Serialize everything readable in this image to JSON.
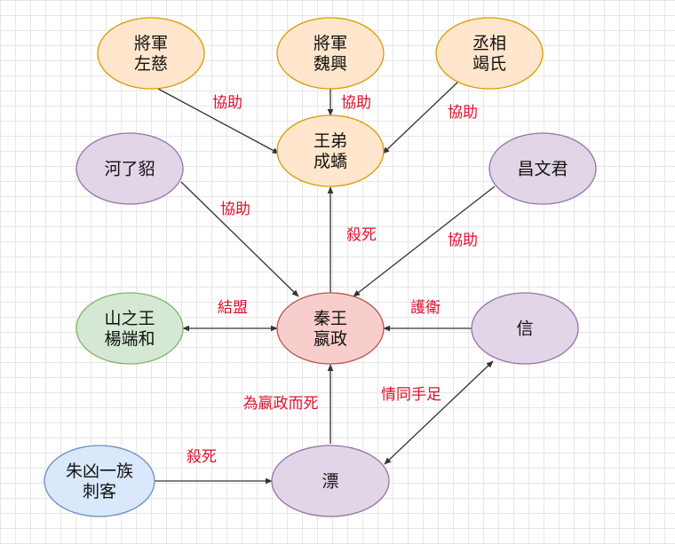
{
  "colors": {
    "orange_fill": "#ffe6cc",
    "orange_stroke": "#d79b00",
    "purple_fill": "#e1d5e7",
    "purple_stroke": "#9673a6",
    "red_fill": "#f8cecc",
    "red_stroke": "#b85450",
    "green_fill": "#d5e8d4",
    "green_stroke": "#82b366",
    "blue_fill": "#dae8fc",
    "blue_stroke": "#6c8ebf",
    "label_color": "#e0102e",
    "edge_color": "#333333"
  },
  "nodes": [
    {
      "id": "zuoci",
      "lines": [
        "將軍",
        "左慈"
      ],
      "color": "orange"
    },
    {
      "id": "weixing",
      "lines": [
        "將軍",
        "魏興"
      ],
      "color": "orange"
    },
    {
      "id": "jieshi",
      "lines": [
        "丞相",
        "竭氏"
      ],
      "color": "orange"
    },
    {
      "id": "chengjiao",
      "lines": [
        "王弟",
        "成蟜"
      ],
      "color": "orange"
    },
    {
      "id": "heliaodiao",
      "lines": [
        "河了貂"
      ],
      "color": "purple"
    },
    {
      "id": "changwenjun",
      "lines": [
        "昌文君"
      ],
      "color": "purple"
    },
    {
      "id": "yingzheng",
      "lines": [
        "秦王",
        "嬴政"
      ],
      "color": "red"
    },
    {
      "id": "yangduanhe",
      "lines": [
        "山之王",
        "楊端和"
      ],
      "color": "green"
    },
    {
      "id": "xin",
      "lines": [
        "信"
      ],
      "color": "purple"
    },
    {
      "id": "piao",
      "lines": [
        "漂"
      ],
      "color": "purple"
    },
    {
      "id": "assassin",
      "lines": [
        "朱凶一族",
        "刺客"
      ],
      "color": "blue"
    }
  ],
  "edges": [
    {
      "from": "zuoci",
      "to": "chengjiao",
      "label": "協助",
      "bidirectional": false
    },
    {
      "from": "weixing",
      "to": "chengjiao",
      "label": "協助",
      "bidirectional": false
    },
    {
      "from": "jieshi",
      "to": "chengjiao",
      "label": "協助",
      "bidirectional": false
    },
    {
      "from": "yingzheng",
      "to": "chengjiao",
      "label": "殺死",
      "bidirectional": false
    },
    {
      "from": "heliaodiao",
      "to": "yingzheng",
      "label": "協助",
      "bidirectional": false
    },
    {
      "from": "changwenjun",
      "to": "yingzheng",
      "label": "協助",
      "bidirectional": false
    },
    {
      "from": "yangduanhe",
      "to": "yingzheng",
      "label": "結盟",
      "bidirectional": true
    },
    {
      "from": "xin",
      "to": "yingzheng",
      "label": "護衛",
      "bidirectional": false
    },
    {
      "from": "piao",
      "to": "yingzheng",
      "label": "為嬴政而死",
      "bidirectional": false
    },
    {
      "from": "xin",
      "to": "piao",
      "label": "情同手足",
      "bidirectional": true
    },
    {
      "from": "assassin",
      "to": "piao",
      "label": "殺死",
      "bidirectional": false
    }
  ]
}
